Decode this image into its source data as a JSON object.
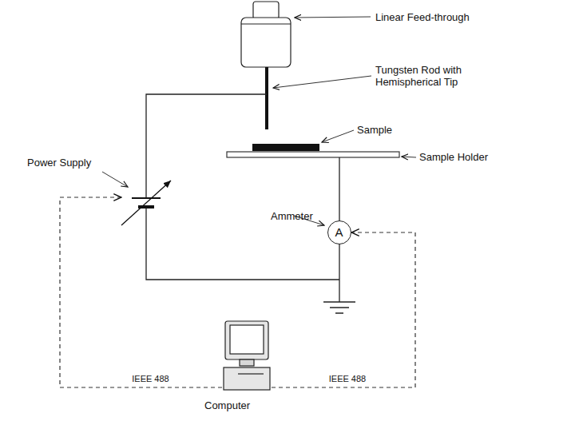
{
  "diagram": {
    "nodes": [
      {
        "text": [
          "Power Supply"
        ]
      },
      {
        "text": [
          "Ammeter",
          "A"
        ]
      },
      {
        "text": [
          "Computer"
        ]
      }
    ],
    "edges": [
      {
        "from": 2,
        "to": 0,
        "label": "IEEE 488",
        "arrow": "to"
      },
      {
        "from": 2,
        "to": 1,
        "label": "IEEE 488",
        "arrow": "to"
      }
    ],
    "labels": [
      "Linear Feed-through",
      "Tungsten Rod with Hemispherical Tip",
      "Sample",
      "Sample Holder"
    ]
  }
}
